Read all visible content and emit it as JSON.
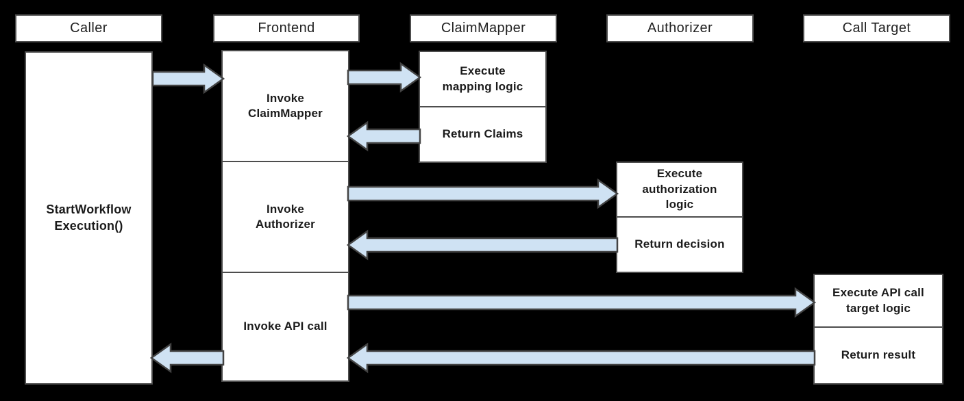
{
  "colors": {
    "background": "#000000",
    "box_fill": "#ffffff",
    "box_border": "#4d4d4d",
    "arrow_fill": "#cfe2f3",
    "arrow_stroke": "#434343",
    "text": "#1b1b1b"
  },
  "lanes": [
    {
      "name": "Caller"
    },
    {
      "name": "Frontend"
    },
    {
      "name": "ClaimMapper"
    },
    {
      "name": "Authorizer"
    },
    {
      "name": "Call Target"
    }
  ],
  "steps": {
    "start_workflow": "StartWorkflow\nExecution()",
    "invoke_claimmapper": "Invoke\nClaimMapper",
    "execute_mapping": "Execute\nmapping logic",
    "return_claims": "Return Claims",
    "invoke_authorizer": "Invoke\nAuthorizer",
    "execute_authorization": "Execute\nauthorization\nlogic",
    "return_decision": "Return decision",
    "invoke_api_call": "Invoke API call",
    "execute_api_target": "Execute API call\ntarget logic",
    "return_result": "Return result"
  },
  "flows": [
    {
      "from": "Caller",
      "to": "Frontend",
      "label": ""
    },
    {
      "from": "Frontend",
      "to": "ClaimMapper",
      "label": ""
    },
    {
      "from": "ClaimMapper",
      "to": "Frontend",
      "label": ""
    },
    {
      "from": "Frontend",
      "to": "Authorizer",
      "label": ""
    },
    {
      "from": "Authorizer",
      "to": "Frontend",
      "label": ""
    },
    {
      "from": "Frontend",
      "to": "Call Target",
      "label": ""
    },
    {
      "from": "Call Target",
      "to": "Frontend",
      "label": ""
    },
    {
      "from": "Frontend",
      "to": "Caller",
      "label": ""
    }
  ]
}
